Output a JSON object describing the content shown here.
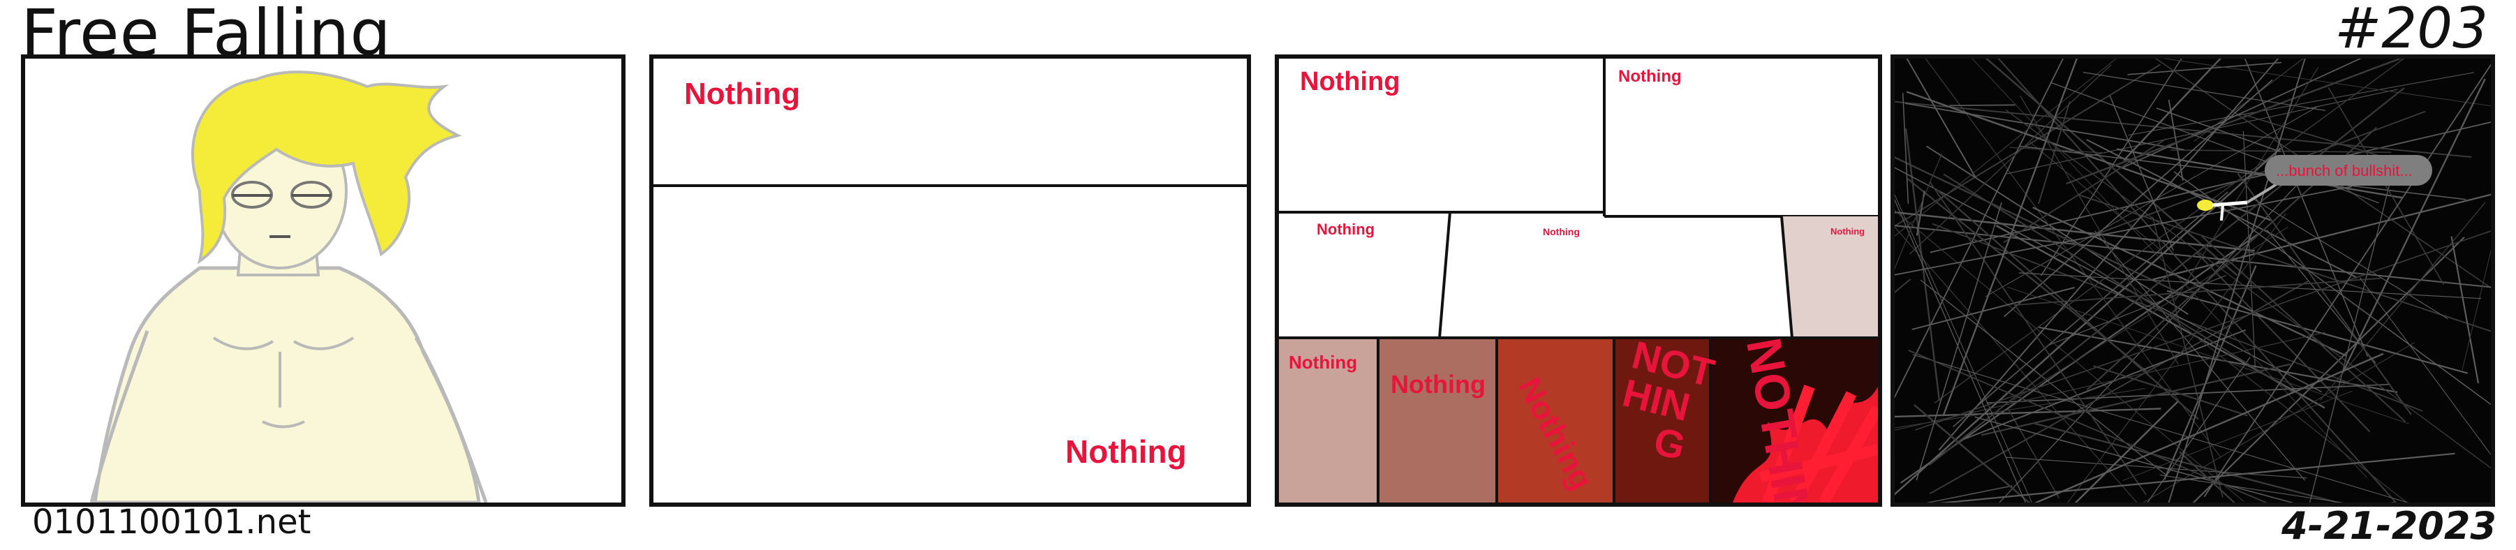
{
  "header": {
    "title": "Free Falling",
    "issue_number": "#203"
  },
  "footer": {
    "site": "0101100101.net",
    "date": "4-21-2023"
  },
  "panel2": {
    "top_text": "Nothing",
    "bottom_text": "Nothing"
  },
  "panel3": {
    "cells": {
      "top_left": "Nothing",
      "top_right": "Nothing",
      "mid_left": "Nothing",
      "mid_center": "Nothing",
      "mid_right": "Nothing",
      "bottom_1": "Nothing",
      "bottom_2": "Nothing",
      "bottom_3": "Nothing",
      "bottom_4_line1": "NOT",
      "bottom_4_line2": "HIN",
      "bottom_4_line3": "G",
      "bottom_5": "NOTHING"
    }
  },
  "panel4": {
    "speech_bubble": "...bunch of bullshit..."
  },
  "colors": {
    "text_red": "#e8143c",
    "hair_yellow": "#f5ec3a",
    "skin": "#faf7d8",
    "panel4_background": "#050505"
  }
}
